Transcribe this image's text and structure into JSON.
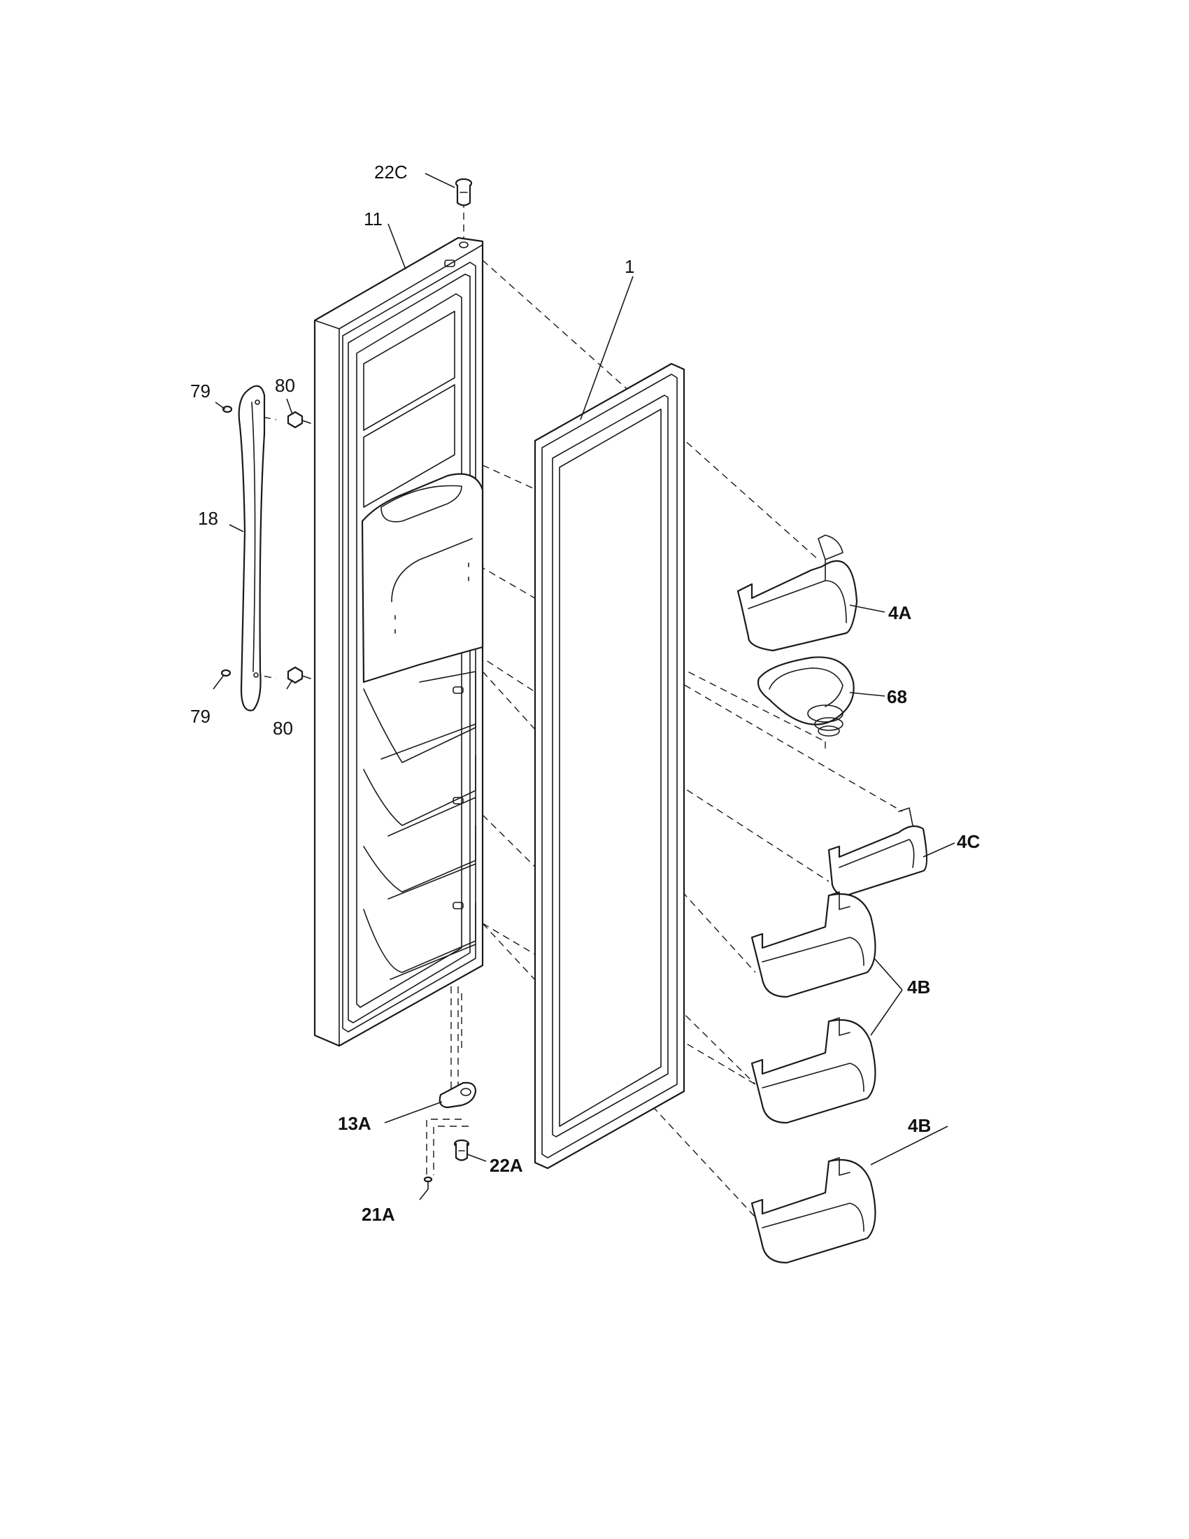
{
  "labels": {
    "l22c": "22C",
    "l11": "11",
    "l1": "1",
    "l79_top": "79",
    "l80_top": "80",
    "l18": "18",
    "l79_bottom": "79",
    "l80_bottom": "80",
    "l4a": "4A",
    "l68": "68",
    "l4c": "4C",
    "l4b_upper": "4B",
    "l4b_lower": "4B",
    "l13a": "13A",
    "l22a": "22A",
    "l21a": "21A"
  }
}
